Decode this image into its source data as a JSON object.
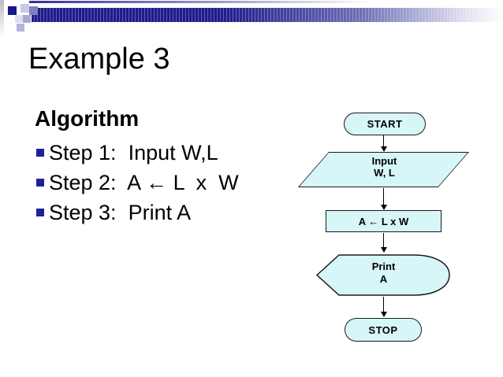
{
  "slide": {
    "title": "Example 3",
    "body": {
      "heading": "Algorithm",
      "bullets": [
        "Step 1:  Input W,L",
        "Step 2:  A ← L  x  W",
        "Step 3:  Print A"
      ]
    },
    "flowchart": {
      "start_label": "START",
      "input_line1": "Input",
      "input_line2": "W, L",
      "process_label": "A ← L x W",
      "print_line1": "Print",
      "print_line2": "A",
      "stop_label": "STOP"
    },
    "colors": {
      "bar_navy": "#1d1d8c",
      "accent_lavender": "#8f8fc6",
      "bullet_navy": "#1f1f9c",
      "shape_fill": "#d7f6f7",
      "shape_border": "#1a1a1a",
      "text": "#000000"
    }
  }
}
